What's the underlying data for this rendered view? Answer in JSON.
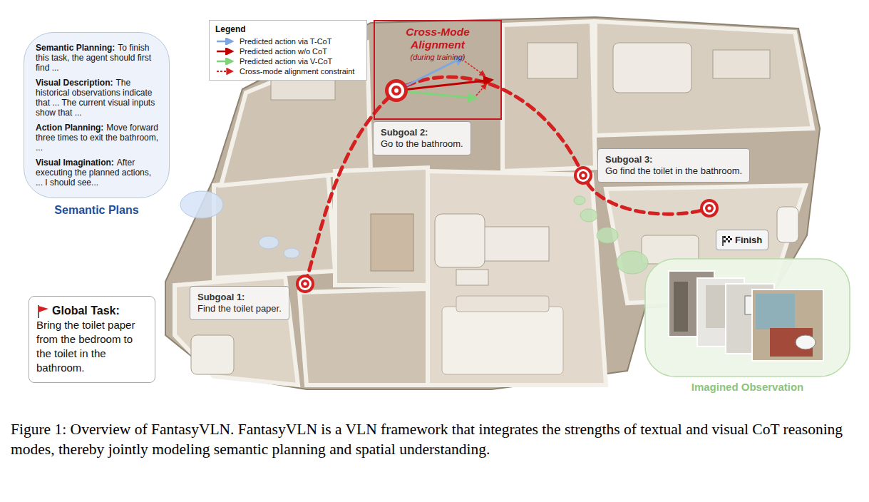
{
  "diagram": {
    "caption": "Figure 1: Overview of FantasyVLN. FantasyVLN is a VLN framework that integrates the strengths of textual and visual CoT reasoning modes, thereby jointly modeling semantic planning and spatial understanding.",
    "nodes": [
      {
        "text": [
          "Semantic Planning:",
          "To finish this task, the agent should first find ...",
          "Visual Description:",
          "The historical observations indicate that ... The current visual inputs show that ...",
          "Action Planning:",
          "Move forward three times to exit the bathroom, ...",
          "Visual Imagination:",
          "After executing the planned actions, ... I should see...",
          "Semantic Plans"
        ]
      },
      {
        "text": [
          "Cross-Mode Alignment",
          "(during training)"
        ]
      },
      {
        "text": [
          "Subgoal 2:",
          "Go to the bathroom."
        ]
      },
      {
        "text": [
          "Subgoal 3:",
          "Go find the toilet in the bathroom."
        ]
      },
      {
        "text": [
          "Finish"
        ]
      },
      {
        "text": [
          "Subgoal 1:",
          "Find the toilet paper."
        ]
      },
      {
        "text": [
          "Global Task:",
          "Bring the toilet paper from the bedroom to the toilet in the bathroom."
        ]
      },
      {
        "text": [
          "Imagined Observation"
        ]
      }
    ],
    "labels": [
      "Legend"
    ],
    "legend": [
      {
        "text": "Predicted action via T-CoT"
      },
      {
        "text": "Predicted action w/o CoT"
      },
      {
        "text": "Predicted action via V-CoT"
      },
      {
        "text": "Cross-mode alignment constraint"
      }
    ]
  }
}
